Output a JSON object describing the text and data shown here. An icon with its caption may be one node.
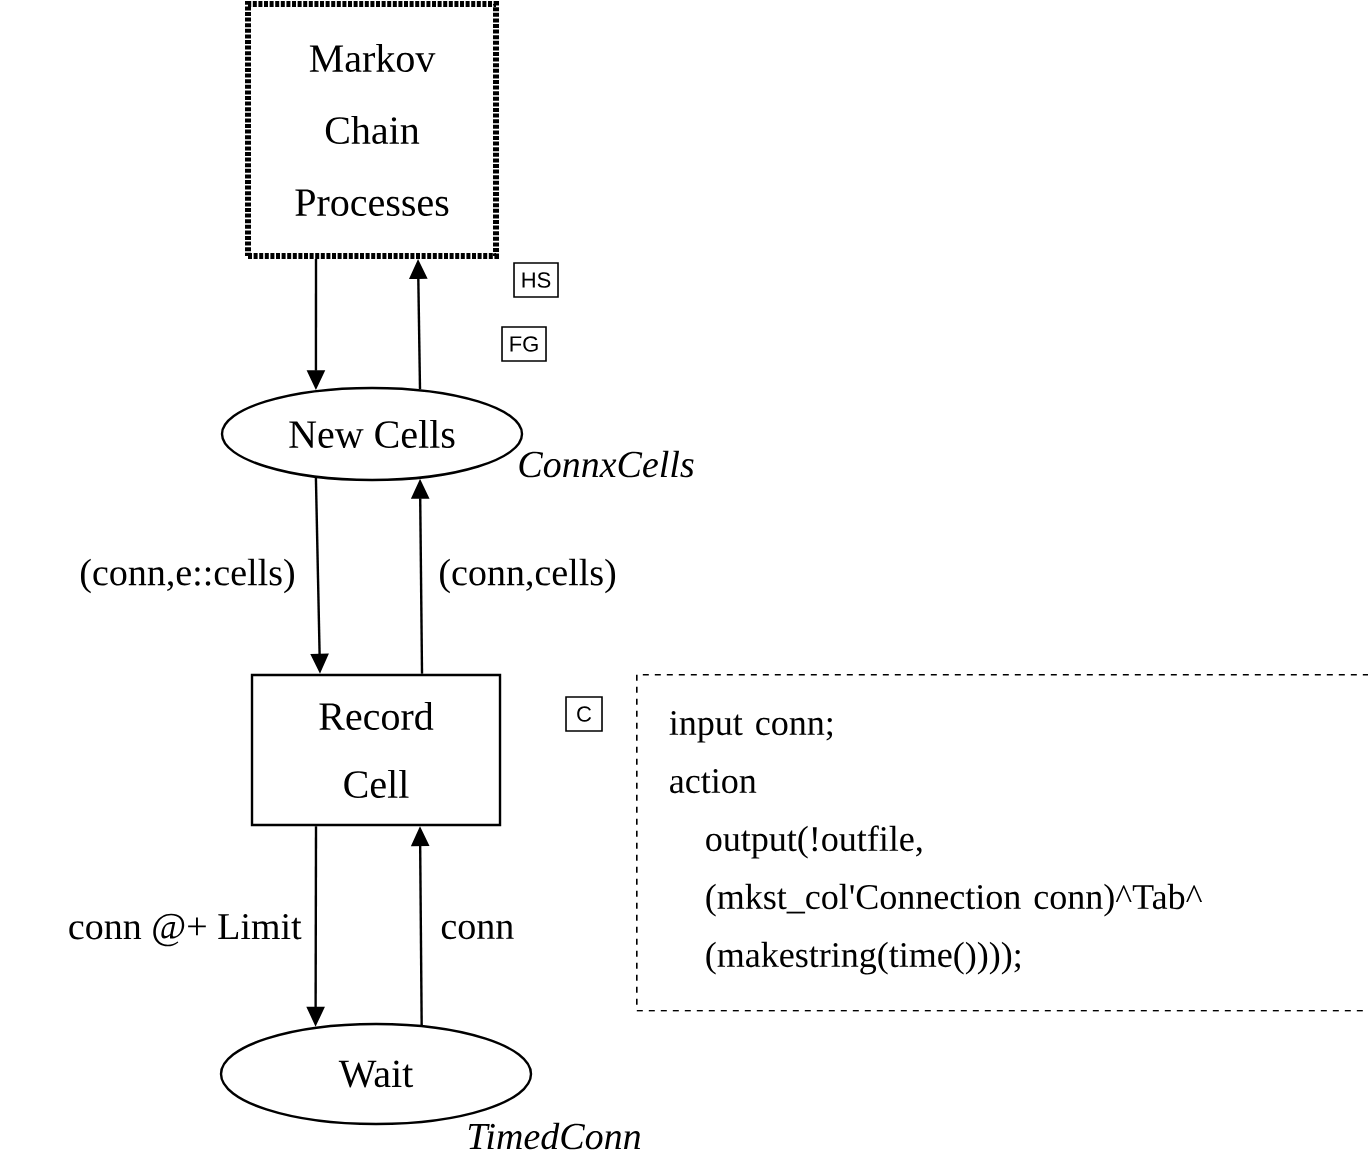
{
  "diagram": {
    "nodes": [
      {
        "text": [
          "Markov Chain Processes"
        ]
      },
      {
        "text": [
          "HS"
        ]
      },
      {
        "text": [
          "FG"
        ]
      },
      {
        "text": [
          "New Cells"
        ],
        "beside": [
          "ConnxCells"
        ]
      },
      {
        "text": [
          "Record Cell"
        ]
      },
      {
        "text": [
          "C"
        ]
      },
      {
        "text": [
          "input conn;",
          "action",
          "output(!outfile,",
          "(mkst_col'Connection conn)^Tab^",
          "(makestring(time())));"
        ]
      },
      {
        "text": [
          "Wait"
        ],
        "beside": [
          "TimedConn"
        ]
      }
    ],
    "edges": [
      {
        "from": 0,
        "to": 3,
        "arrow": "to"
      },
      {
        "from": 3,
        "to": 0,
        "arrow": "to"
      },
      {
        "from": 3,
        "to": 4,
        "arrow": "to",
        "label": "(conn,e::cells)"
      },
      {
        "from": 4,
        "to": 3,
        "arrow": "to",
        "label": "(conn,cells)"
      },
      {
        "from": 4,
        "to": 7,
        "arrow": "to",
        "label": "conn @+ Limit"
      },
      {
        "from": 7,
        "to": 4,
        "arrow": "to",
        "label": "conn"
      }
    ]
  }
}
